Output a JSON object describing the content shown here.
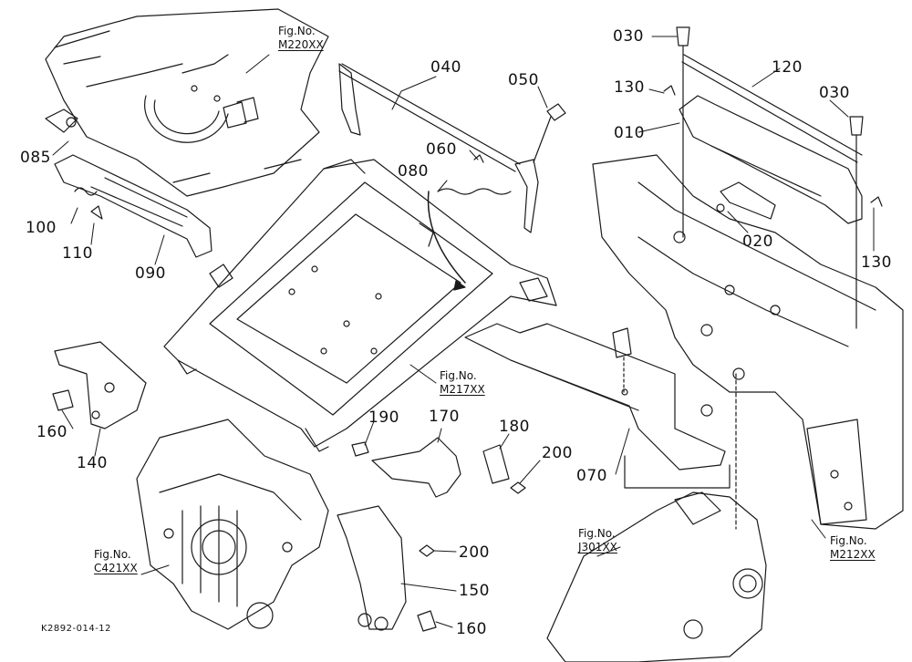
{
  "labels": {
    "p030a": "030",
    "p030b": "030",
    "p040": "040",
    "p050": "050",
    "p060": "060",
    "p080": "080",
    "p120": "120",
    "p130a": "130",
    "p130b": "130",
    "p010": "010",
    "p020": "020",
    "p085": "085",
    "p100": "100",
    "p110": "110",
    "p090": "090",
    "p160a": "160",
    "p140": "140",
    "p190": "190",
    "p170": "170",
    "p180": "180",
    "p200a": "200",
    "p200b": "200",
    "p150": "150",
    "p160b": "160",
    "p070": "070"
  },
  "fig_refs": {
    "m220": {
      "prefix": "Fig.No.",
      "code": "M220XX"
    },
    "m217": {
      "prefix": "Fig.No.",
      "code": "M217XX"
    },
    "c421": {
      "prefix": "Fig.No.",
      "code": "C421XX"
    },
    "j301": {
      "prefix": "Fig.No.",
      "code": "J301XX"
    },
    "m212": {
      "prefix": "Fig.No.",
      "code": "M212XX"
    }
  },
  "drawing_id": "K2892-014-12",
  "colors": {
    "line": "#1a1a1a",
    "background": "#ffffff"
  }
}
